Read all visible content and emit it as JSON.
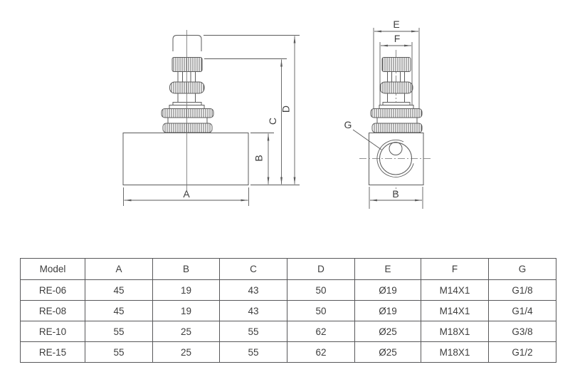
{
  "drawing": {
    "front_view": {
      "labels": {
        "a": "A",
        "b": "B",
        "c": "C",
        "d": "D"
      }
    },
    "side_view": {
      "labels": {
        "e": "E",
        "f": "F",
        "g": "G",
        "b": "B"
      }
    }
  },
  "table": {
    "headers": [
      "Model",
      "A",
      "B",
      "C",
      "D",
      "E",
      "F",
      "G"
    ],
    "rows": [
      [
        "RE-06",
        "45",
        "19",
        "43",
        "50",
        "Ø19",
        "M14X1",
        "G1/8"
      ],
      [
        "RE-08",
        "45",
        "19",
        "43",
        "50",
        "Ø19",
        "M14X1",
        "G1/4"
      ],
      [
        "RE-10",
        "55",
        "25",
        "55",
        "62",
        "Ø25",
        "M18X1",
        "G3/8"
      ],
      [
        "RE-15",
        "55",
        "25",
        "55",
        "62",
        "Ø25",
        "M18X1",
        "G1/2"
      ]
    ]
  },
  "colors": {
    "line": "#5b5b5b",
    "centerline": "#707070",
    "hatch": "#4f4f4f",
    "text": "#3d3d3d",
    "background": "#ffffff"
  }
}
